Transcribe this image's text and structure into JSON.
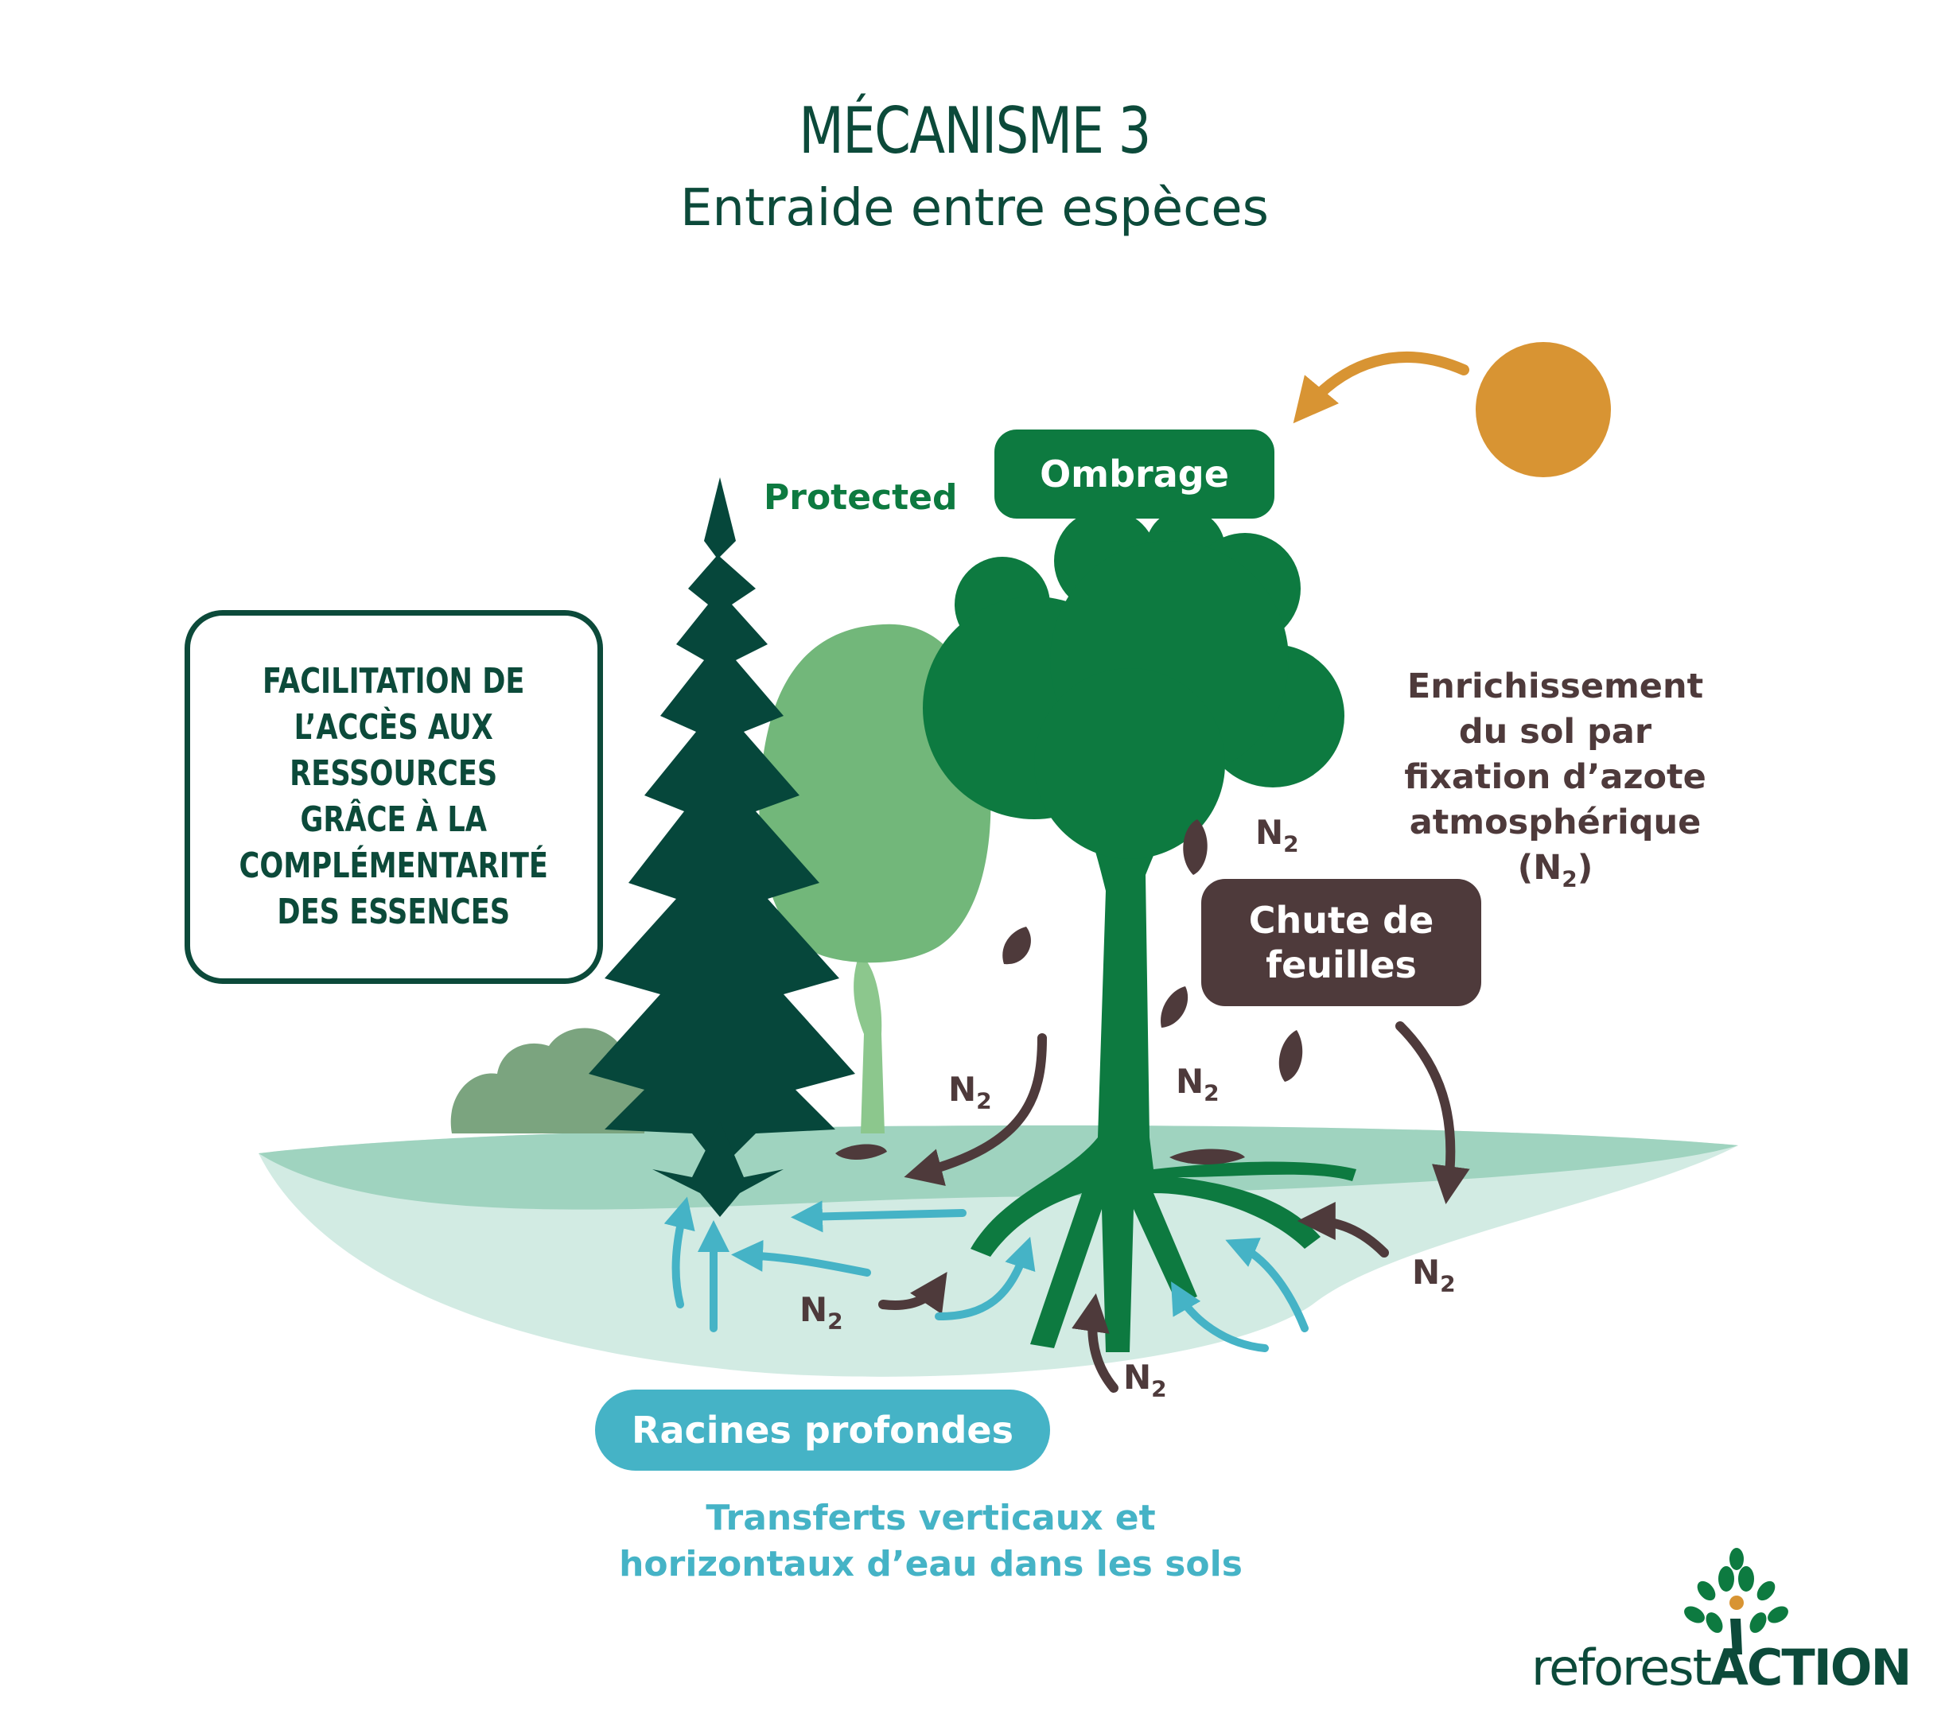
{
  "header": {
    "title": "MÉCANISME 3",
    "subtitle": "Entraide entre espèces"
  },
  "facilitation_box": {
    "text": "FACILITATION DE\nL’ACCÈS AUX\nRESSOURCES\nGRÂCE À LA\nCOMPLÉMENTARITÉ\nDES ESSENCES"
  },
  "labels": {
    "protected": "Protected",
    "ombrage": "Ombrage",
    "enrichment_line1": "Enrichissement",
    "enrichment_line2": "du sol par",
    "enrichment_line3": "fixation d’azote",
    "enrichment_line4": "atmosphérique",
    "enrichment_line5_open": "(N",
    "enrichment_line5_sub": "2",
    "enrichment_line5_close": ")",
    "chute": "Chute de\nfeuilles",
    "racines": "Racines profondes",
    "transfer_line1": "Transferts verticaux et",
    "transfer_line2": "horizontaux d’eau dans les sols"
  },
  "n2_label": {
    "symbol": "N",
    "subscript": "2"
  },
  "logo": {
    "part1": "reforest",
    "part2": "ACTION"
  },
  "colors": {
    "dark_green": "#0c4a3a",
    "green": "#0d7a40",
    "light_green": "#72b77a",
    "brown": "#4e3a3b",
    "teal": "#45b3c6",
    "sun": "#d89433",
    "ground_dark": "#9fd3bf",
    "ground_light": "#d2ebe3"
  },
  "icons": [
    "sun-icon",
    "fir-tree-icon",
    "deciduous-tree-icon",
    "oak-tree-icon",
    "shrub-icon",
    "leaf-icon",
    "logo-tree-icon"
  ]
}
